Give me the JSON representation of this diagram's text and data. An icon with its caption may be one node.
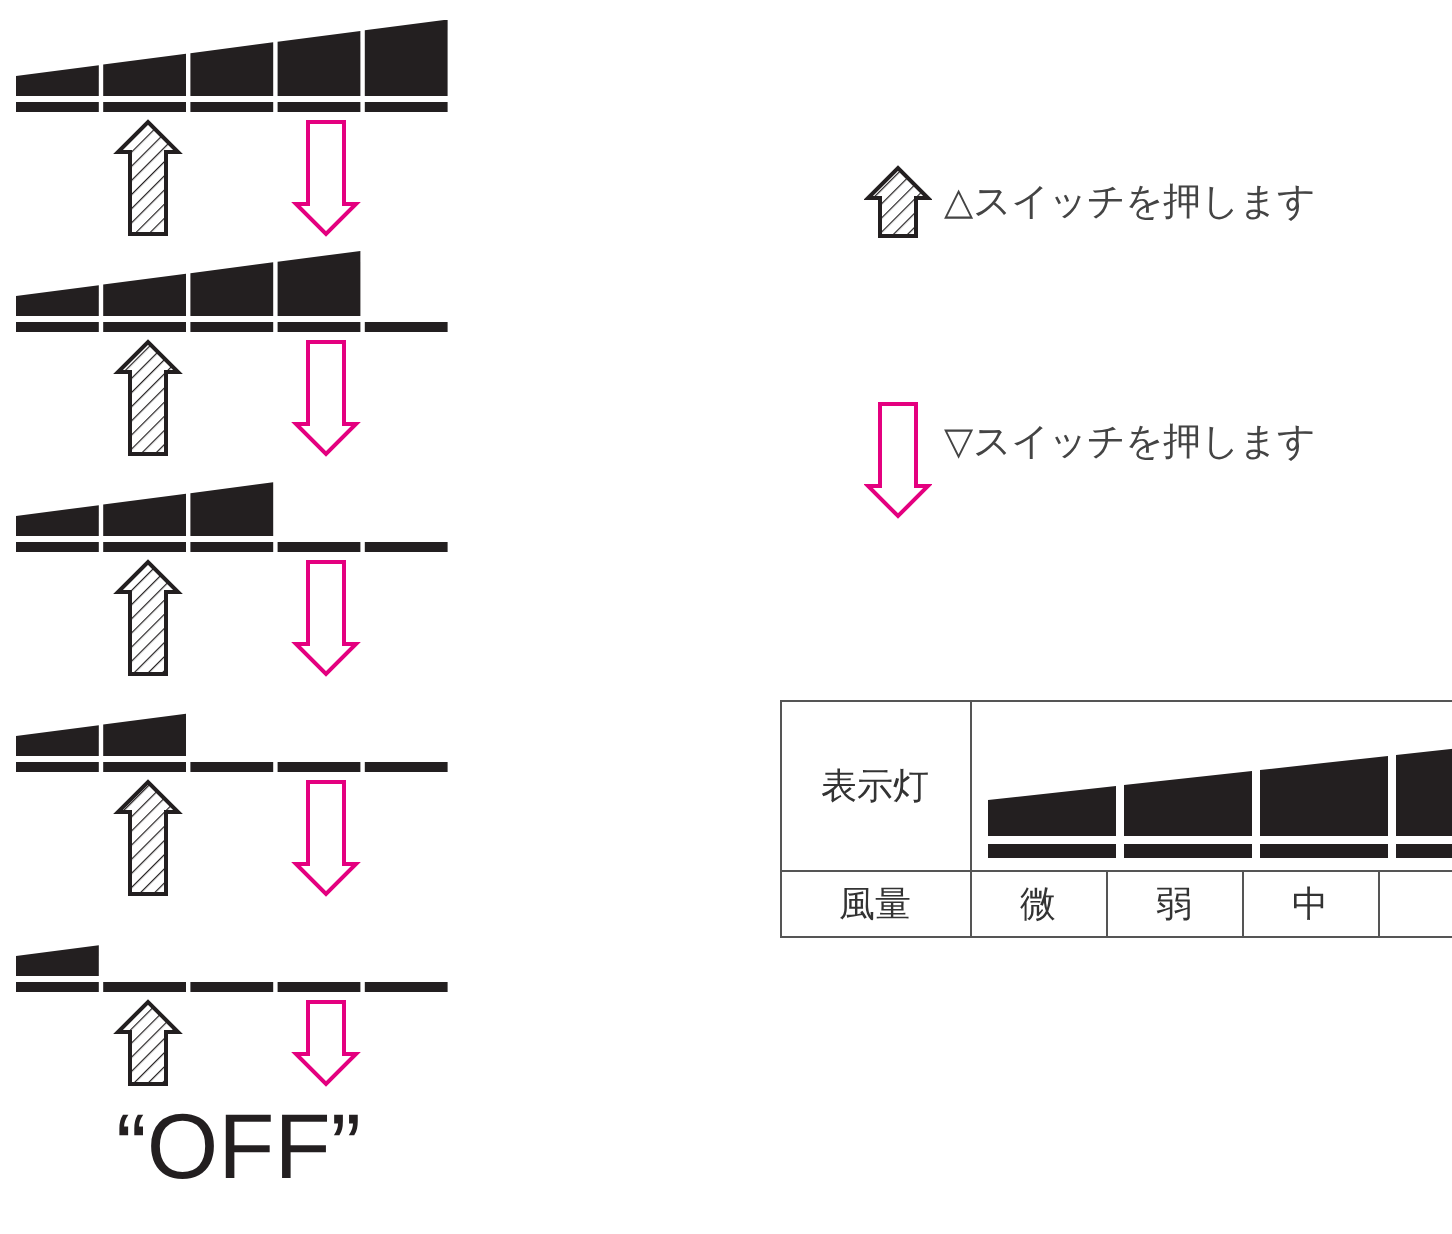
{
  "diagram": {
    "nodes": [
      {
        "text": [],
        "shape": "bar"
      },
      {
        "text": [],
        "shape": "bar"
      },
      {
        "text": [],
        "shape": "bar"
      },
      {
        "text": [],
        "shape": "bar"
      },
      {
        "text": [],
        "shape": "bar"
      },
      {
        "text": [
          "“OFF”"
        ]
      }
    ],
    "edges": [
      {
        "from": 1,
        "to": 0,
        "arrow": "to"
      },
      {
        "from": 0,
        "to": 1,
        "arrow": "to",
        "color": "#e4007f"
      },
      {
        "from": 2,
        "to": 1,
        "arrow": "to"
      },
      {
        "from": 1,
        "to": 2,
        "arrow": "to",
        "color": "#e4007f"
      },
      {
        "from": 3,
        "to": 2,
        "arrow": "to"
      },
      {
        "from": 2,
        "to": 3,
        "arrow": "to",
        "color": "#e4007f"
      },
      {
        "from": 4,
        "to": 3,
        "arrow": "to"
      },
      {
        "from": 3,
        "to": 4,
        "arrow": "to",
        "color": "#e4007f"
      },
      {
        "from": 5,
        "to": 4,
        "arrow": "to"
      },
      {
        "from": 4,
        "to": 5,
        "arrow": "to",
        "color": "#e4007f"
      }
    ],
    "labels": [
      "表示灯",
      "風量",
      "微",
      "弱",
      "中"
    ],
    "legend": [
      {
        "text": "△スイッチを押します"
      },
      {
        "text": "▽スイッチを押します"
      }
    ]
  }
}
